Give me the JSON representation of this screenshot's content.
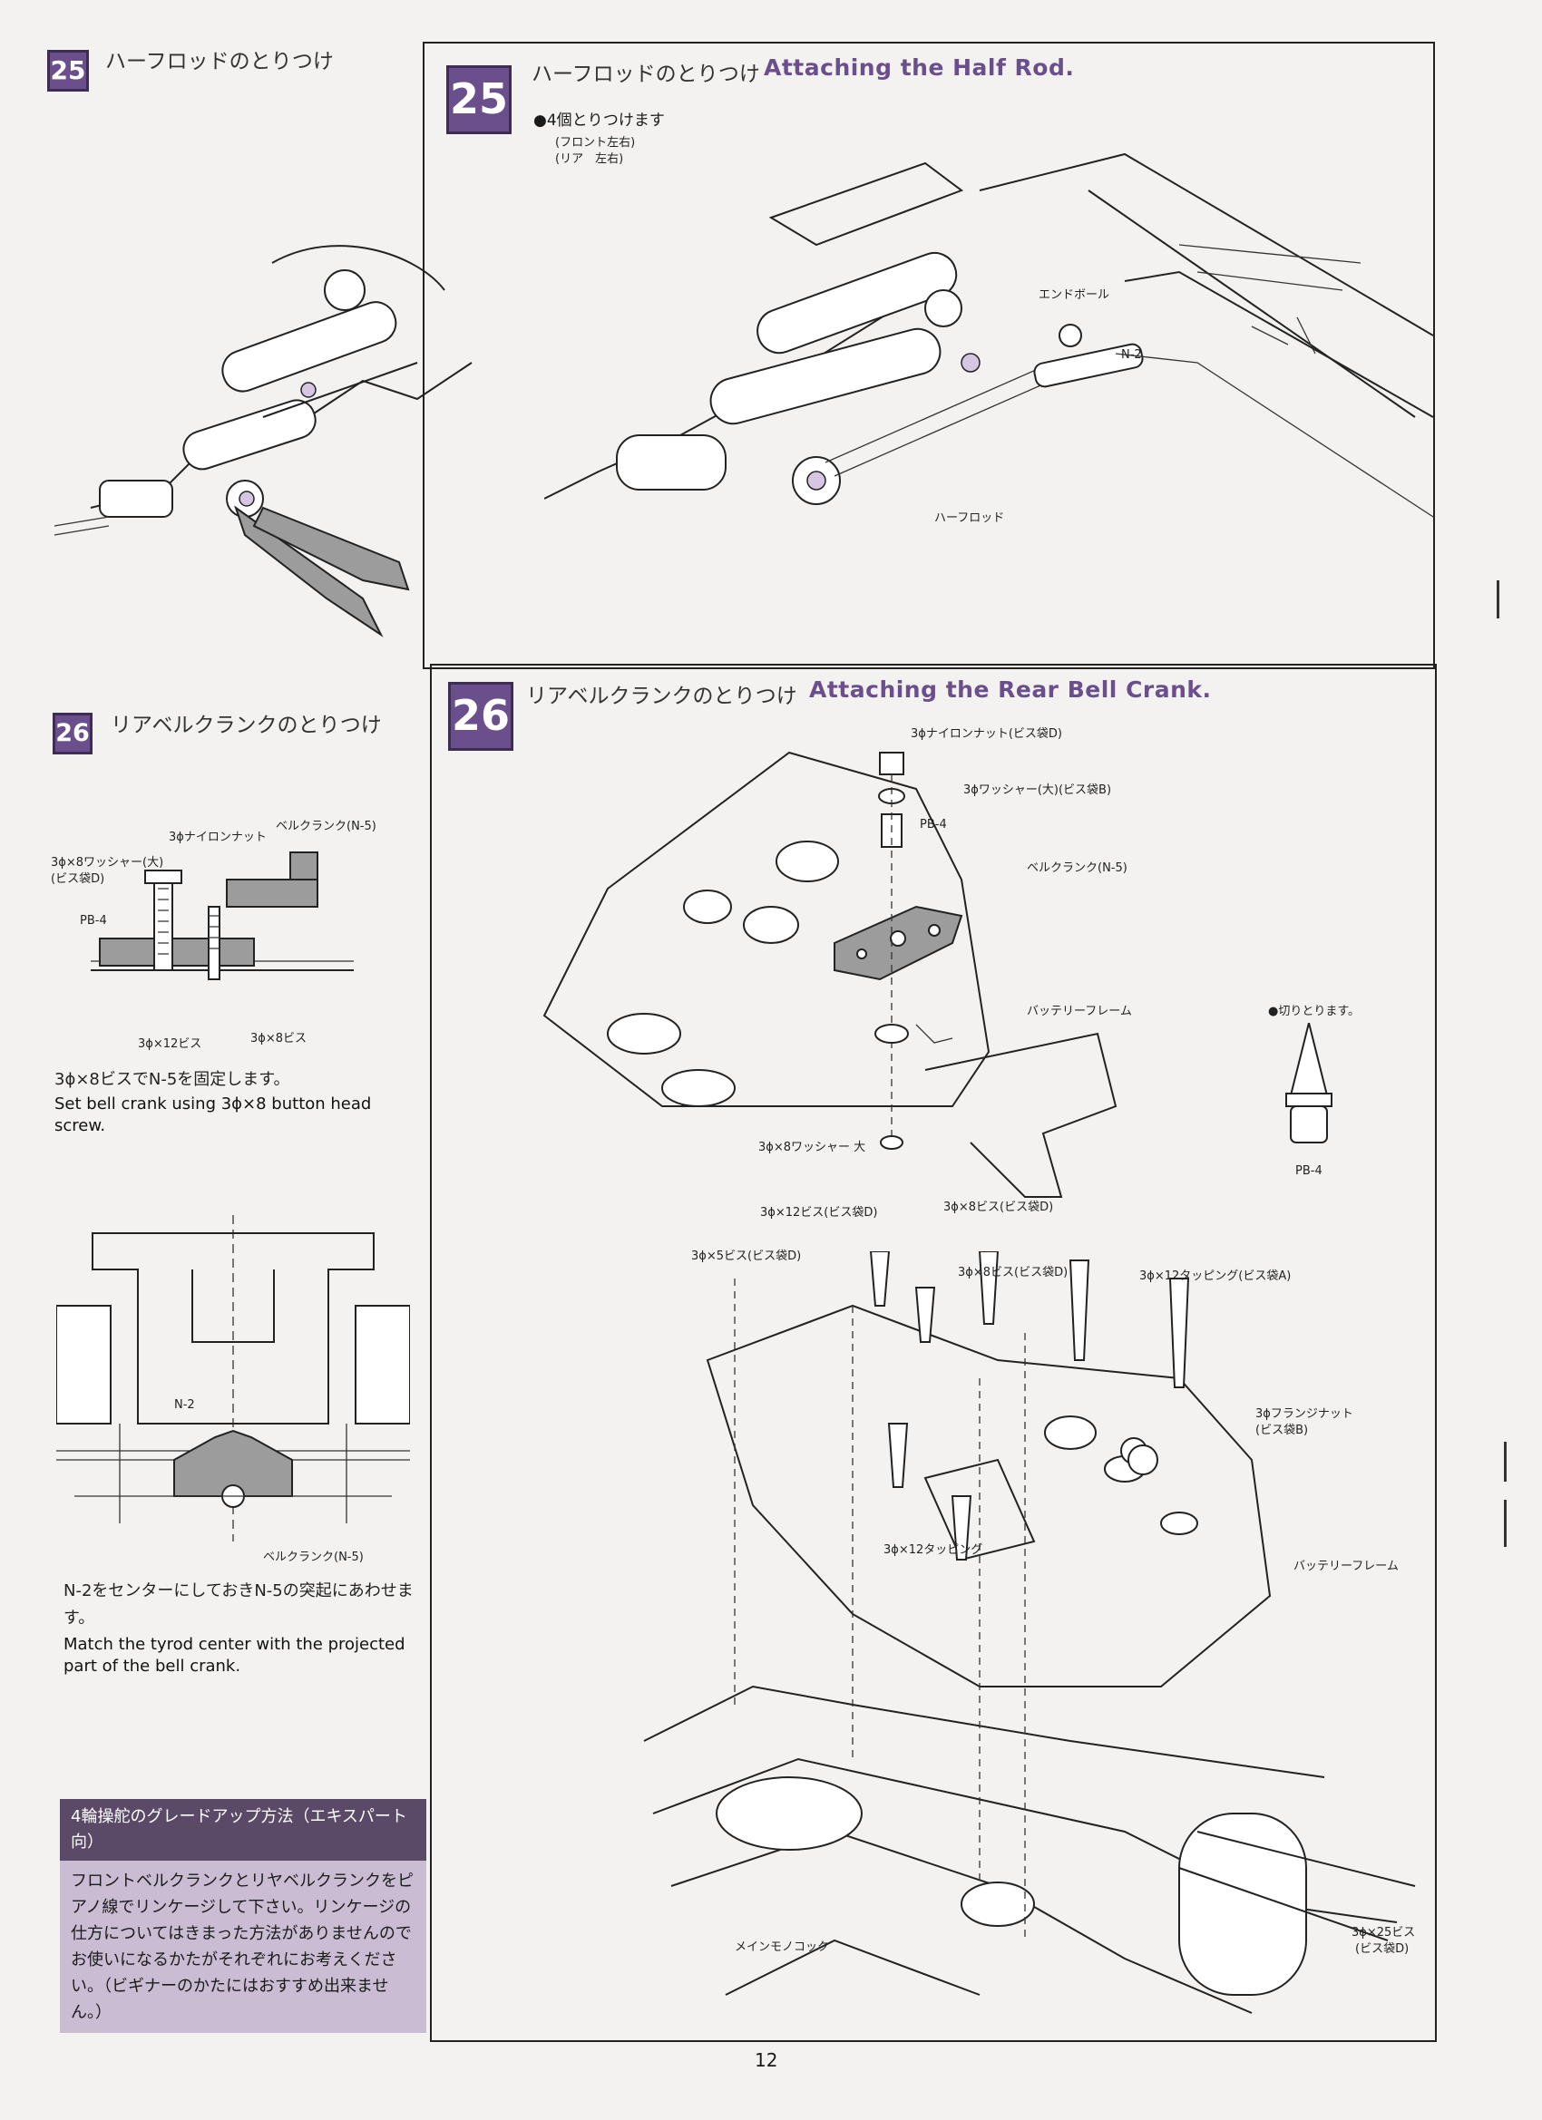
{
  "page_number": "12",
  "step25": {
    "number": "25",
    "title_jp": "ハーフロッドのとりつけ",
    "title_en": "Attaching the Half Rod.",
    "note_jp": "●4個とりつけます",
    "note_detail_1": "(フロント左右)",
    "note_detail_2": "(リア　左右)",
    "label_endball": "エンドボール",
    "label_n2": "N-2",
    "label_halfrod": "ハーフロッド"
  },
  "step26": {
    "number": "26",
    "title_jp": "リアベルクランクのとりつけ",
    "title_en": "Attaching the Rear Bell Crank.",
    "detail_labels": {
      "nylon_nut": "3ϕナイロンナット",
      "bellcrank": "ベルクランク(N-5)",
      "washer": "3ϕ×8ワッシャー(大)",
      "washer_bag": "(ビス袋D)",
      "pb4": "PB-4",
      "screw12": "3ϕ×12ビス",
      "screw8": "3ϕ×8ビス"
    },
    "instr1_jp": "3ϕ×8ビスでN-5を固定します。",
    "instr1_en": "Set bell crank using 3ϕ×8 button head screw.",
    "diagram2_labels": {
      "n2": "N-2",
      "bellcrank": "ベルクランク(N-5)"
    },
    "instr2_jp": "N-2をセンターにしておきN-5の突起にあわせます。",
    "instr2_en": "Match the tyrod center with the projected part of the bell crank.",
    "main_labels": {
      "nylon_nut": "3ϕナイロンナット(ビス袋D)",
      "washer_large": "3ϕワッシャー(大)(ビス袋B)",
      "pb4": "PB-4",
      "bellcrank": "ベルクランク(N-5)",
      "battery_frame": "バッテリーフレーム",
      "washer_8": "3ϕ×8ワッシャー 大",
      "screw12": "3ϕ×12ビス(ビス袋D)",
      "screw8": "3ϕ×8ビス(ビス袋D)",
      "cut_note": "●切りとります。",
      "pb4_cut": "PB-4"
    },
    "lower_labels": {
      "screw5": "3ϕ×5ビス(ビス袋D)",
      "screw8": "3ϕ×8ビス(ビス袋D)",
      "tapping12a": "3ϕ×12タッピング(ビス袋A)",
      "flange_nut": "3ϕフランジナット",
      "flange_bag": "(ビス袋B)",
      "tapping12": "3ϕ×12タッピング",
      "battery_frame": "バッテリーフレーム",
      "main_monocoque": "メインモノコック",
      "screw25": "3ϕ×25ビス",
      "screw25_bag": "(ビス袋D)"
    }
  },
  "upgrade_box": {
    "heading": "4輪操舵のグレードアップ方法（エキスパート向）",
    "body": "フロントベルクランクとリヤベルクランクをピアノ線でリンケージして下さい。リンケージの仕方についてはきまった方法がありませんのでお使いになるかたがそれぞれにお考えください。（ビギナーのかたにはおすすめ出来ません。）"
  },
  "colors": {
    "accent": "#6b4f8c",
    "box_head": "#5a4a68",
    "box_body": "#c9bcd3",
    "highlight": "#d6c6e4"
  }
}
